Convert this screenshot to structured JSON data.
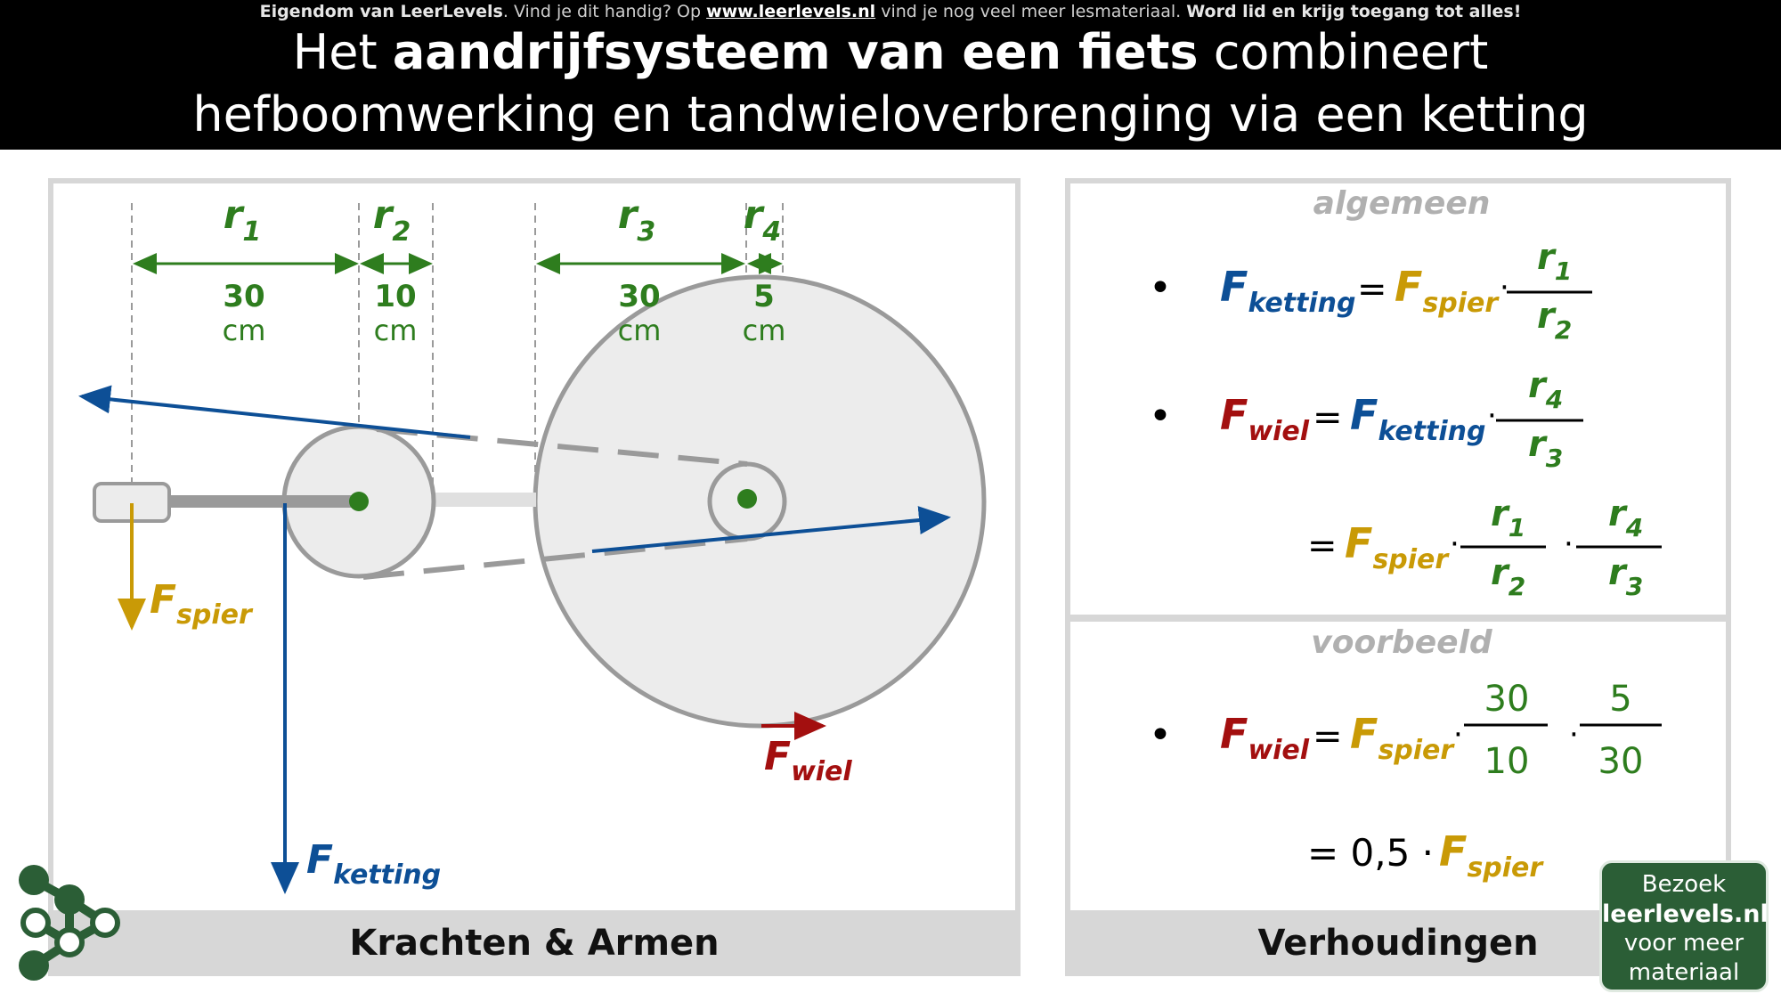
{
  "header": {
    "ownership_a": "Eigendom van LeerLevels",
    "ownership_b": ". Vind je dit handig? Op ",
    "ownership_link": "www.leerlevels.nl",
    "ownership_c": " vind je nog veel meer lesmateriaal. ",
    "ownership_d": "Word lid en krijg toegang tot alles!",
    "title_1a": "Het ",
    "title_1b": "aandrijfsysteem van een fiets",
    "title_1c": " combineert",
    "title_2": "hefboomwerking en tandwieloverbrenging via een ketting"
  },
  "left_panel": {
    "footer": "Krachten & Armen",
    "arms": [
      {
        "sym": "r",
        "sub": "1",
        "value": "30",
        "unit": "cm"
      },
      {
        "sym": "r",
        "sub": "2",
        "value": "10",
        "unit": "cm"
      },
      {
        "sym": "r",
        "sub": "3",
        "value": "30",
        "unit": "cm"
      },
      {
        "sym": "r",
        "sub": "4",
        "value": "5",
        "unit": "cm"
      }
    ],
    "forces": {
      "spier": {
        "sym": "F",
        "sub": "spier"
      },
      "ketting": {
        "sym": "F",
        "sub": "ketting"
      },
      "wiel": {
        "sym": "F",
        "sub": "wiel"
      }
    }
  },
  "right_panel": {
    "footer": "Verhoudingen",
    "section_general": "algemeen",
    "section_example": "voorbeeld",
    "eq": "=",
    "dot": "·",
    "bullet": "•",
    "example_num_1": "30",
    "example_den_1": "10",
    "example_num_2": "5",
    "example_den_2": "30",
    "result": "= 0,5 ·"
  },
  "cta": {
    "line1": "Bezoek",
    "line2": "leerlevels.nl",
    "line3": "voor meer",
    "line4": "materiaal"
  },
  "colors": {
    "green": "#2e7d1e",
    "blue": "#0d4f96",
    "gold": "#c99a06",
    "red": "#a30f0f",
    "gray": "#9a9a9a",
    "wheel_fill": "#ececec"
  }
}
